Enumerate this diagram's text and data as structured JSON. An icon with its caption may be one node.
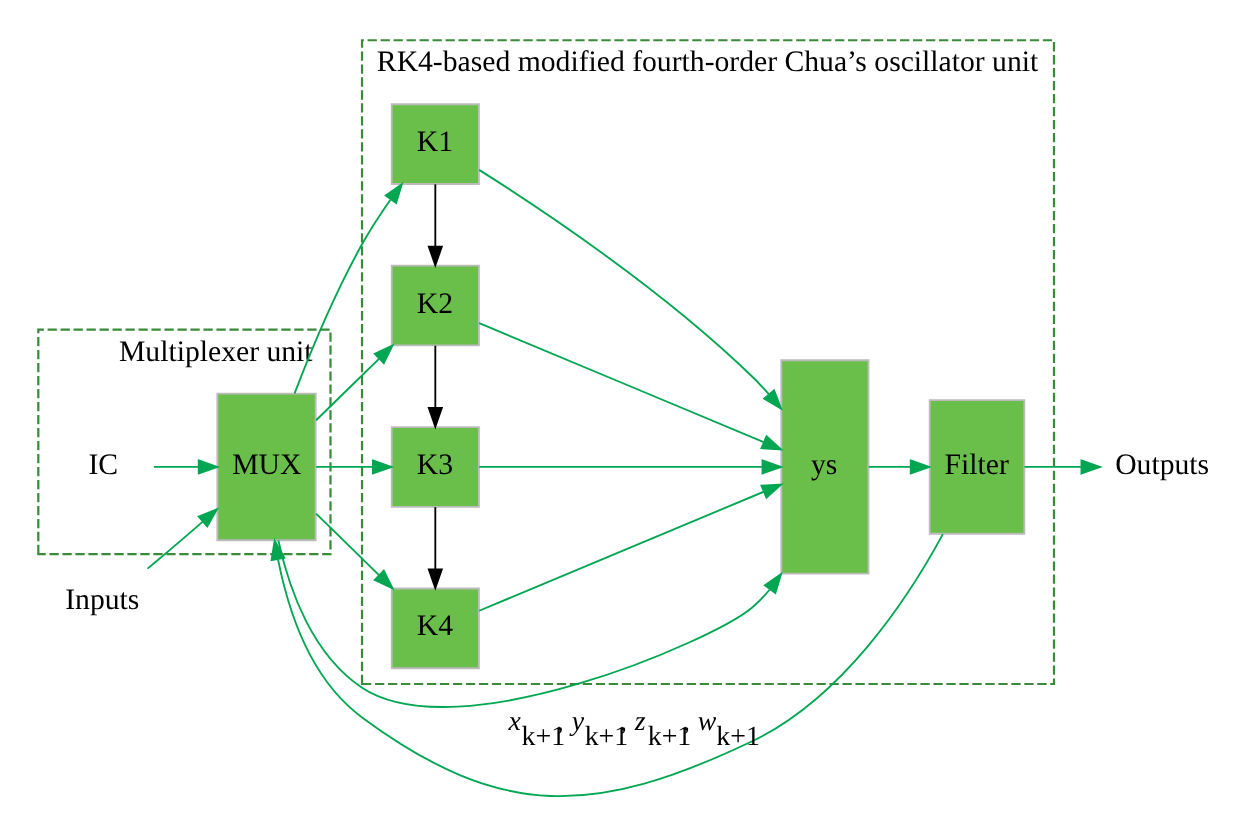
{
  "diagram": {
    "nodes": [
      {
        "text": [
          "Multiplexer unit"
        ]
      },
      {
        "text": [
          "IC"
        ],
        "in": 0
      },
      {
        "text": [
          "MUX"
        ],
        "in": 0
      },
      {
        "text": [
          "RK4-based modified fourth-order Chua’s oscillator unit"
        ]
      },
      {
        "text": [
          "K1"
        ],
        "in": 3
      },
      {
        "text": [
          "K2"
        ],
        "in": 3
      },
      {
        "text": [
          "K3"
        ],
        "in": 3
      },
      {
        "text": [
          "K4"
        ],
        "in": 3
      },
      {
        "text": [
          "ys"
        ],
        "in": 3
      },
      {
        "text": [
          "Filter"
        ],
        "in": 3
      },
      {
        "text": [
          "Inputs"
        ]
      },
      {
        "text": [
          "Outputs"
        ]
      }
    ],
    "edges": [
      {
        "from": 10,
        "to": 2,
        "arrow": "to"
      },
      {
        "from": 1,
        "to": 2,
        "arrow": "to"
      },
      {
        "from": 2,
        "to": 4,
        "arrow": "to"
      },
      {
        "from": 2,
        "to": 5,
        "arrow": "to"
      },
      {
        "from": 2,
        "to": 8,
        "arrow": "to"
      },
      {
        "from": 2,
        "to": 6,
        "arrow": "to"
      },
      {
        "from": 2,
        "to": 7,
        "arrow": "to"
      },
      {
        "from": 4,
        "to": 5,
        "arrow": "to",
        "color": "#000000"
      },
      {
        "from": 5,
        "to": 6,
        "arrow": "to",
        "color": "#000000"
      },
      {
        "from": 6,
        "to": 7,
        "arrow": "to",
        "color": "#000000"
      },
      {
        "from": 4,
        "to": 8,
        "arrow": "to"
      },
      {
        "from": 5,
        "to": 8,
        "arrow": "to"
      },
      {
        "from": 6,
        "to": 8,
        "arrow": "to"
      },
      {
        "from": 7,
        "to": 8,
        "arrow": "to"
      },
      {
        "from": 8,
        "to": 9,
        "arrow": "to"
      },
      {
        "from": 9,
        "to": 11,
        "arrow": "to"
      },
      {
        "from": 9,
        "to": 2,
        "arrow": "to",
        "label": "*x*$_{k+1}$, *y*$_{k+1}$, *z*$_{k+1}$, *w*$_{k+1}$"
      }
    ]
  }
}
